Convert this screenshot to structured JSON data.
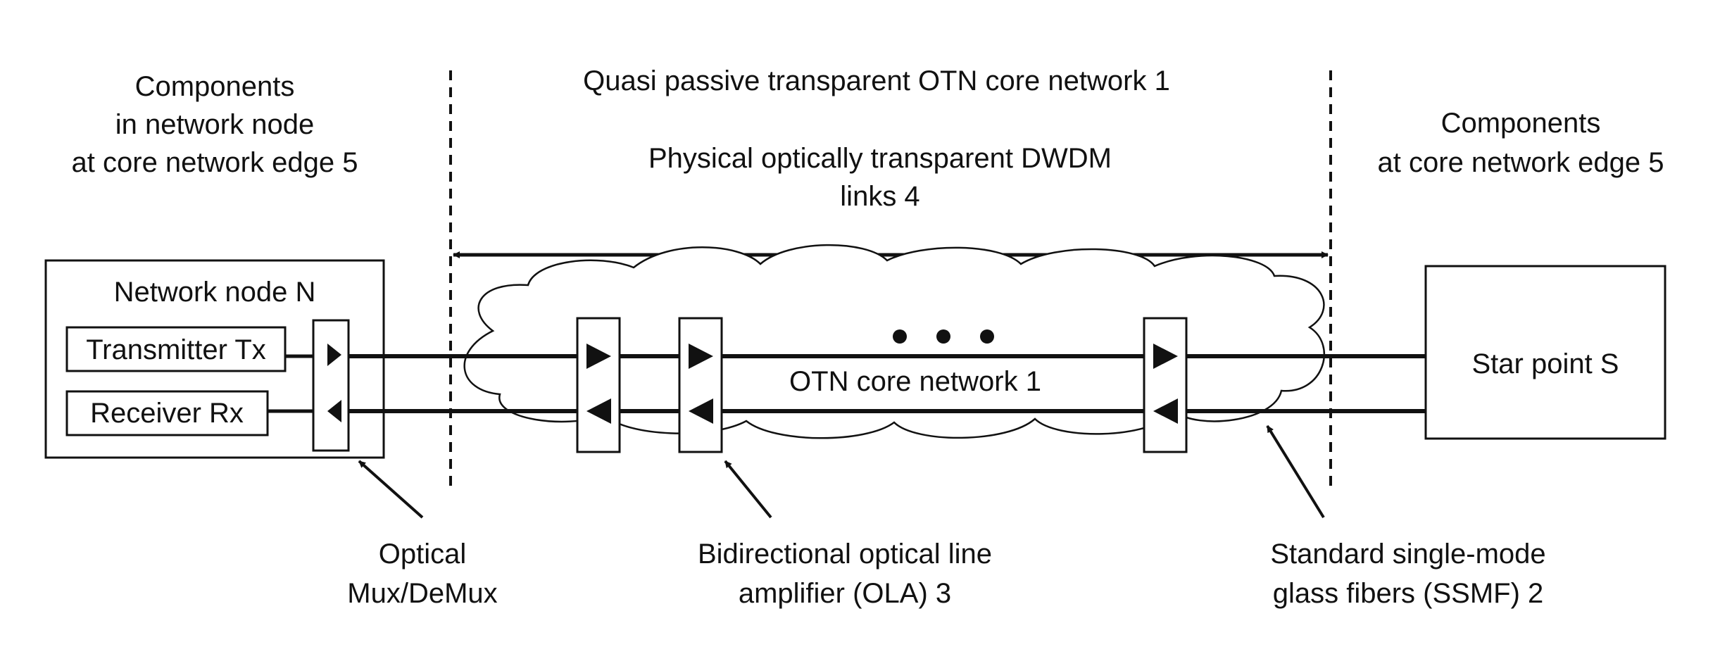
{
  "top": {
    "left_components": [
      "Components",
      "in network node",
      "at core network edge 5"
    ],
    "center_title": "Quasi passive transparent OTN core network 1",
    "center_subtitle": [
      "Physical optically transparent DWDM",
      "links 4"
    ],
    "right_components": [
      "Components",
      "at core network edge 5"
    ]
  },
  "node": {
    "title": "Network node N",
    "transmitter": "Transmitter Tx",
    "receiver": "Receiver Rx"
  },
  "core": {
    "label": "OTN core network 1",
    "ellipsis": "• • •"
  },
  "star_point": "Star point S",
  "bottom": {
    "mux": [
      "Optical",
      "Mux/DeMux"
    ],
    "ola": [
      "Bidirectional optical line",
      "amplifier (OLA) 3"
    ],
    "ssmf": [
      "Standard single-mode",
      "glass fibers (SSMF) 2"
    ]
  }
}
